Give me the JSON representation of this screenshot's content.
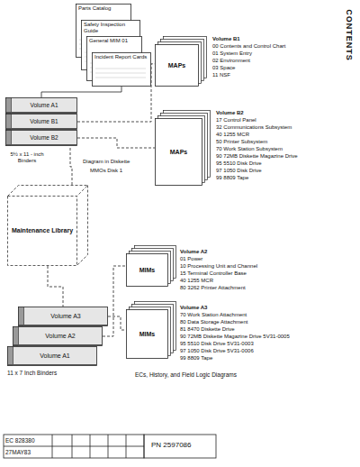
{
  "diagram": {
    "nodes": [
      {
        "text": [
          "Parts Catalog"
        ]
      },
      {
        "text": [
          "Safety Inspection Guide"
        ]
      },
      {
        "text": [
          "General MIM 01"
        ]
      },
      {
        "text": [
          "Incident Report Cards"
        ]
      },
      {
        "text": [
          "MAPs"
        ]
      },
      {
        "text": [
          "MAPs"
        ]
      },
      {
        "text": [
          "Volume A1"
        ]
      },
      {
        "text": [
          "Volume B1"
        ]
      },
      {
        "text": [
          "Volume B2"
        ]
      },
      {
        "text": [
          "Maintenance Library"
        ]
      },
      {
        "text": [
          "MIMs"
        ]
      },
      {
        "text": [
          "MIMs"
        ]
      },
      {
        "text": [
          "Volume A3"
        ]
      },
      {
        "text": [
          "Volume A2"
        ]
      },
      {
        "text": [
          "Volume A1"
        ]
      }
    ],
    "edges": [
      {
        "from": 3,
        "to": 6,
        "arrow": "none"
      },
      {
        "from": 7,
        "to": 4,
        "arrow": "none"
      },
      {
        "from": 8,
        "to": 5,
        "arrow": "none"
      },
      {
        "from": 9,
        "to": 8,
        "arrow": "none"
      },
      {
        "from": 9,
        "to": 12,
        "arrow": "none"
      },
      {
        "from": 13,
        "to": 10,
        "arrow": "none"
      },
      {
        "from": 12,
        "to": 11,
        "arrow": "none"
      }
    ],
    "labels": [
      "CONTENTS",
      "Volume B1",
      "00 Contents and Control Chart",
      "01 System Entry",
      "02 Environment",
      "03 Space",
      "11 NSF",
      "Volume B2",
      "17 Control Panel",
      "32 Communications Subsystem",
      "40 1255 MCR",
      "50 Printer Subsystem",
      "70 Work Station Subsystem",
      "90 72MB Diskette Magazine Drive",
      "95 5510 Disk Drive",
      "97 1050 Disk Drive",
      "99 8809 Tape",
      "Volume A2",
      "01 Power",
      "10 Processing Unit and Channel",
      "15 Terminal Controller Base",
      "40 1255 MCR",
      "80 3262 Printer Attachment",
      "Volume A3",
      "70 Work Station Attachment",
      "80 Data Storage Attachment",
      "81 8470 Diskette Drive",
      "90 72MB Diskette Magazine Drive 5V31-0005",
      "95 5510 Disk Drive 5V31-0003",
      "97 1050 Disk Drive 5V31-0006",
      "99 8809 Tape",
      "5½ x 11 - inch Binders",
      "Diagram in Diskette",
      "MMOs Disk 1",
      "11 x 7 Inch Binders",
      "ECs, History, and Field Logic Diagrams",
      "EC 828380",
      "27MAY83",
      "PN 2597086"
    ]
  }
}
